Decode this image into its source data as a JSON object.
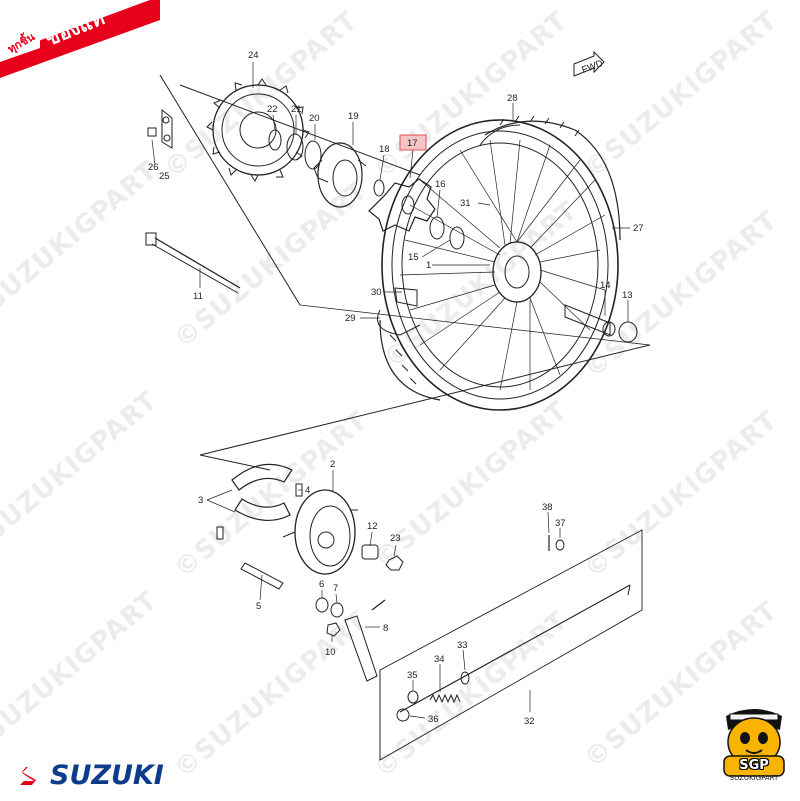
{
  "banner": {
    "small_text": "ทุกชิ้น",
    "big_text": "ของแท้"
  },
  "watermark": {
    "text": "©SUZUKIGPART"
  },
  "brand": {
    "name": "SUZUKI"
  },
  "mascot": {
    "short": "SGP",
    "name": "SUZUKIGPART"
  },
  "fwd_label": "FWD",
  "callouts": [
    "24",
    "22",
    "21",
    "20",
    "19",
    "18",
    "17",
    "16",
    "26",
    "25",
    "28",
    "31",
    "27",
    "15",
    "1",
    "11",
    "30",
    "14",
    "13",
    "29",
    "2",
    "4",
    "3",
    "12",
    "23",
    "6",
    "7",
    "5",
    "8",
    "10",
    "38",
    "37",
    "33",
    "34",
    "35",
    "36",
    "32"
  ],
  "highlighted_callout": "17",
  "colors": {
    "highlight_border": "#e05555",
    "highlight_fill": "#f6c4c4",
    "brand_blue": "#0d3c8c",
    "banner_red": "#e6001a"
  }
}
